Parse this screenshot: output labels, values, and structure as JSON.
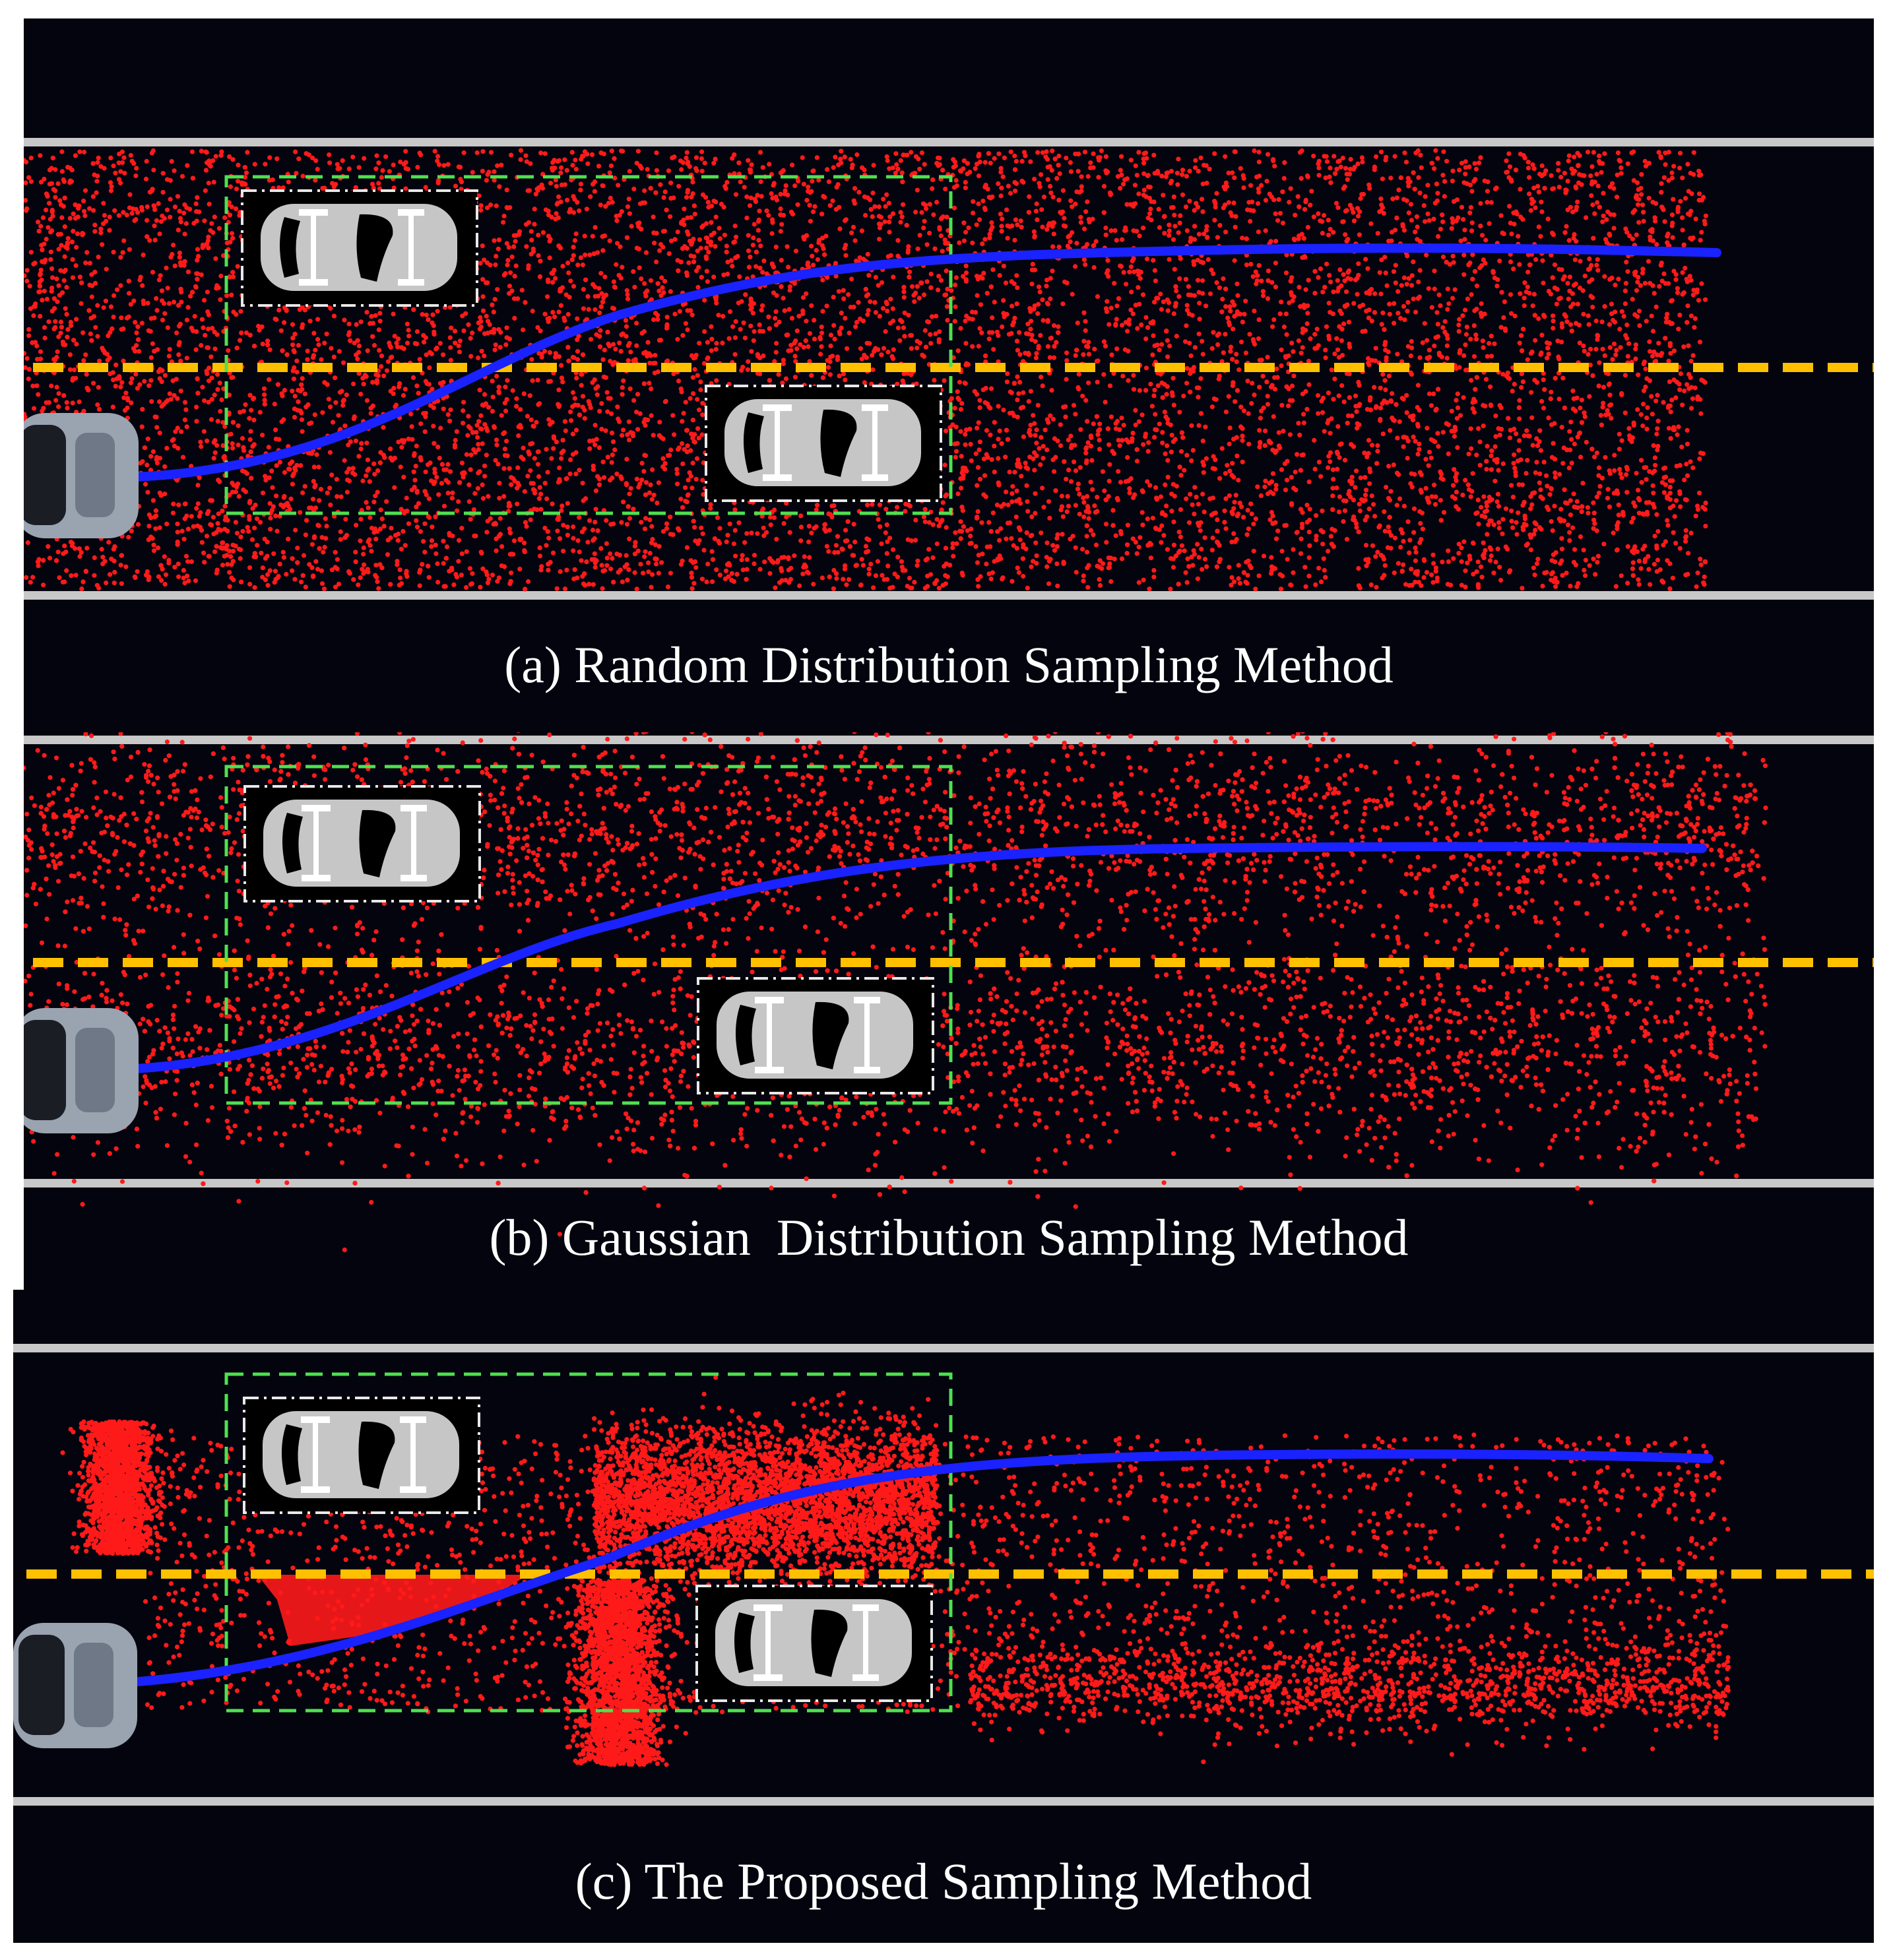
{
  "panels": [
    {
      "id": "a",
      "caption": "(a) Random Distribution Sampling Method",
      "distribution": "random"
    },
    {
      "id": "b",
      "caption": "(b) Gaussian  Distribution Sampling Method",
      "distribution": "gaussian"
    },
    {
      "id": "c",
      "caption": "(c) The Proposed Sampling Method",
      "distribution": "proposed"
    }
  ],
  "colors": {
    "road": "#04040e",
    "lane_boundary": "#c8c8c8",
    "center_line": "#ffc000",
    "samples": "#ff1a1a",
    "path": "#1a22ff",
    "region_box": "#4ee14e",
    "vehicle_body": "#c6c6c6",
    "ego_vehicle": "#9aa3b0"
  },
  "icons": [
    "ego-car-icon",
    "obstacle-car-icon"
  ]
}
